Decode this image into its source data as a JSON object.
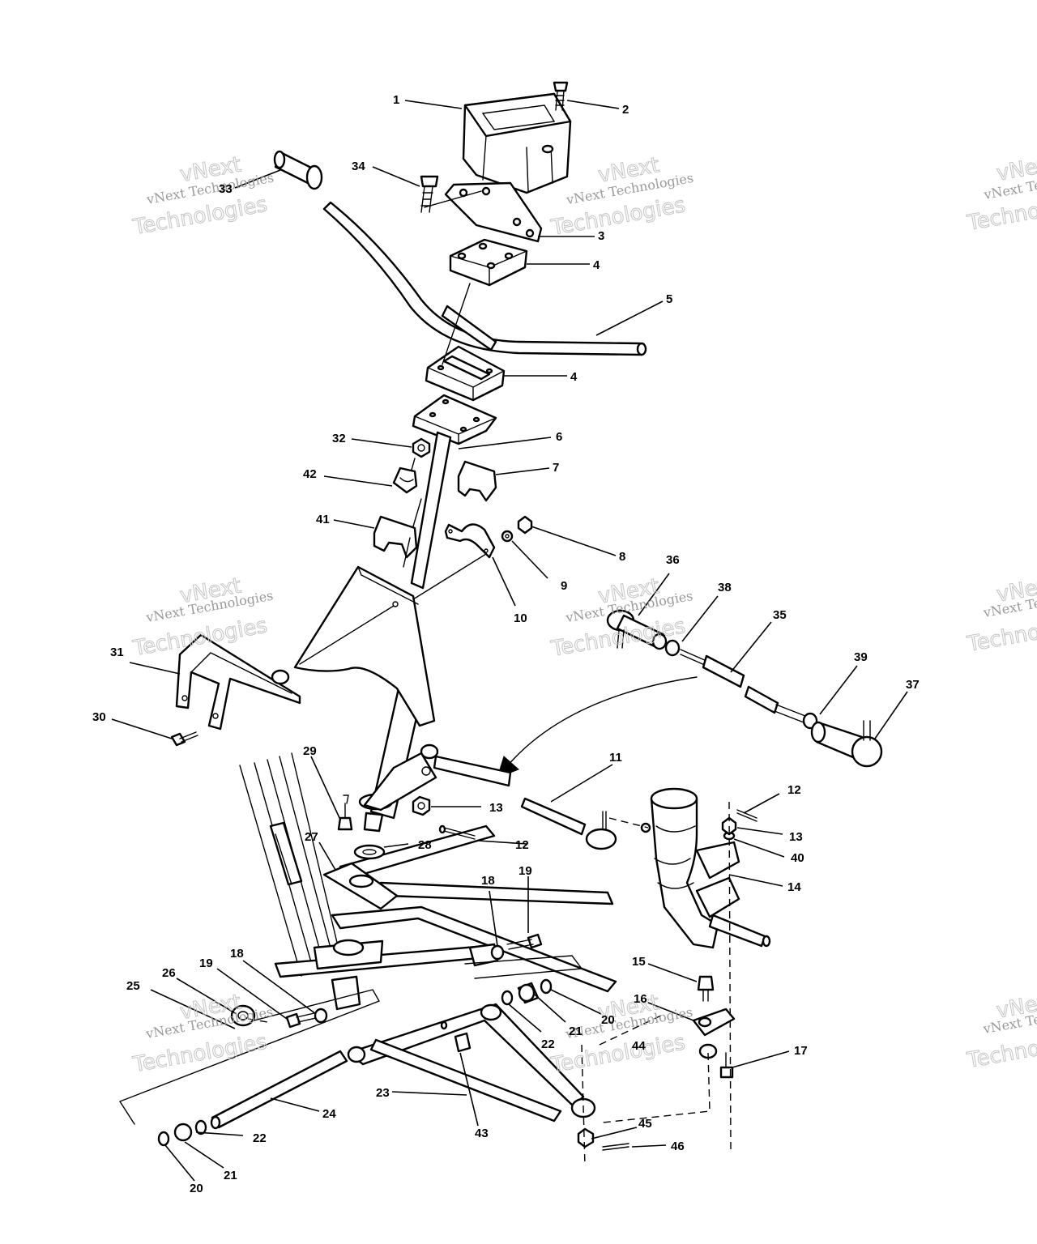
{
  "callouts": [
    {
      "id": "c1",
      "text": "1"
    },
    {
      "id": "c2",
      "text": "2"
    },
    {
      "id": "c3",
      "text": "3"
    },
    {
      "id": "c4a",
      "text": "4"
    },
    {
      "id": "c4b",
      "text": "4"
    },
    {
      "id": "c5",
      "text": "5"
    },
    {
      "id": "c6",
      "text": "6"
    },
    {
      "id": "c7",
      "text": "7"
    },
    {
      "id": "c8",
      "text": "8"
    },
    {
      "id": "c9",
      "text": "9"
    },
    {
      "id": "c10",
      "text": "10"
    },
    {
      "id": "c11",
      "text": "11"
    },
    {
      "id": "c12a",
      "text": "12"
    },
    {
      "id": "c12b",
      "text": "12"
    },
    {
      "id": "c13a",
      "text": "13"
    },
    {
      "id": "c13b",
      "text": "13"
    },
    {
      "id": "c14",
      "text": "14"
    },
    {
      "id": "c15",
      "text": "15"
    },
    {
      "id": "c16",
      "text": "16"
    },
    {
      "id": "c17",
      "text": "17"
    },
    {
      "id": "c18a",
      "text": "18"
    },
    {
      "id": "c18b",
      "text": "18"
    },
    {
      "id": "c19a",
      "text": "19"
    },
    {
      "id": "c19b",
      "text": "19"
    },
    {
      "id": "c20a",
      "text": "20"
    },
    {
      "id": "c20b",
      "text": "20"
    },
    {
      "id": "c21a",
      "text": "21"
    },
    {
      "id": "c21b",
      "text": "21"
    },
    {
      "id": "c22a",
      "text": "22"
    },
    {
      "id": "c22b",
      "text": "22"
    },
    {
      "id": "c23",
      "text": "23"
    },
    {
      "id": "c24",
      "text": "24"
    },
    {
      "id": "c25",
      "text": "25"
    },
    {
      "id": "c26",
      "text": "26"
    },
    {
      "id": "c27",
      "text": "27"
    },
    {
      "id": "c28",
      "text": "28"
    },
    {
      "id": "c29",
      "text": "29"
    },
    {
      "id": "c30",
      "text": "30"
    },
    {
      "id": "c31",
      "text": "31"
    },
    {
      "id": "c32",
      "text": "32"
    },
    {
      "id": "c33",
      "text": "33"
    },
    {
      "id": "c34",
      "text": "34"
    },
    {
      "id": "c35",
      "text": "35"
    },
    {
      "id": "c36",
      "text": "36"
    },
    {
      "id": "c37",
      "text": "37"
    },
    {
      "id": "c38",
      "text": "38"
    },
    {
      "id": "c39",
      "text": "39"
    },
    {
      "id": "c40",
      "text": "40"
    },
    {
      "id": "c41",
      "text": "41"
    },
    {
      "id": "c42",
      "text": "42"
    },
    {
      "id": "c43",
      "text": "43"
    },
    {
      "id": "c44",
      "text": "44"
    },
    {
      "id": "c45",
      "text": "45"
    },
    {
      "id": "c46",
      "text": "46"
    }
  ],
  "watermark": {
    "line1": "vNext Technologies",
    "line2": "vNext",
    "line3": "Technologies"
  },
  "colors": {
    "ink": "#000000",
    "paper": "#ffffff",
    "watermark": "#9a9a9a"
  }
}
